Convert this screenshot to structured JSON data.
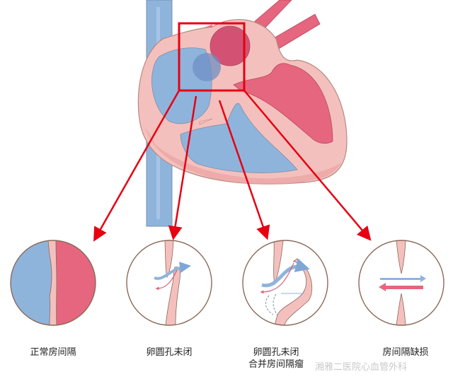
{
  "colors": {
    "deoxygenated_blue": "#8fb4dc",
    "oxygenated_red": "#e5667e",
    "tissue_pink": "#f4c0bd",
    "outline": "#8a6a5a",
    "pointer_red": "#e60012"
  },
  "heart": {
    "highlight_box": "atrial septum region"
  },
  "panels": [
    {
      "id": "normal",
      "label": "正常房间隔",
      "label_line2": ""
    },
    {
      "id": "pfo",
      "label": "卵圆孔未闭",
      "label_line2": ""
    },
    {
      "id": "pfo_asa",
      "label": "卵圆孔未闭",
      "label_line2": "合并房间隔瘤"
    },
    {
      "id": "asd",
      "label": "房间隔缺损",
      "label_line2": ""
    }
  ],
  "watermark": "湘雅二医院心血管外科"
}
